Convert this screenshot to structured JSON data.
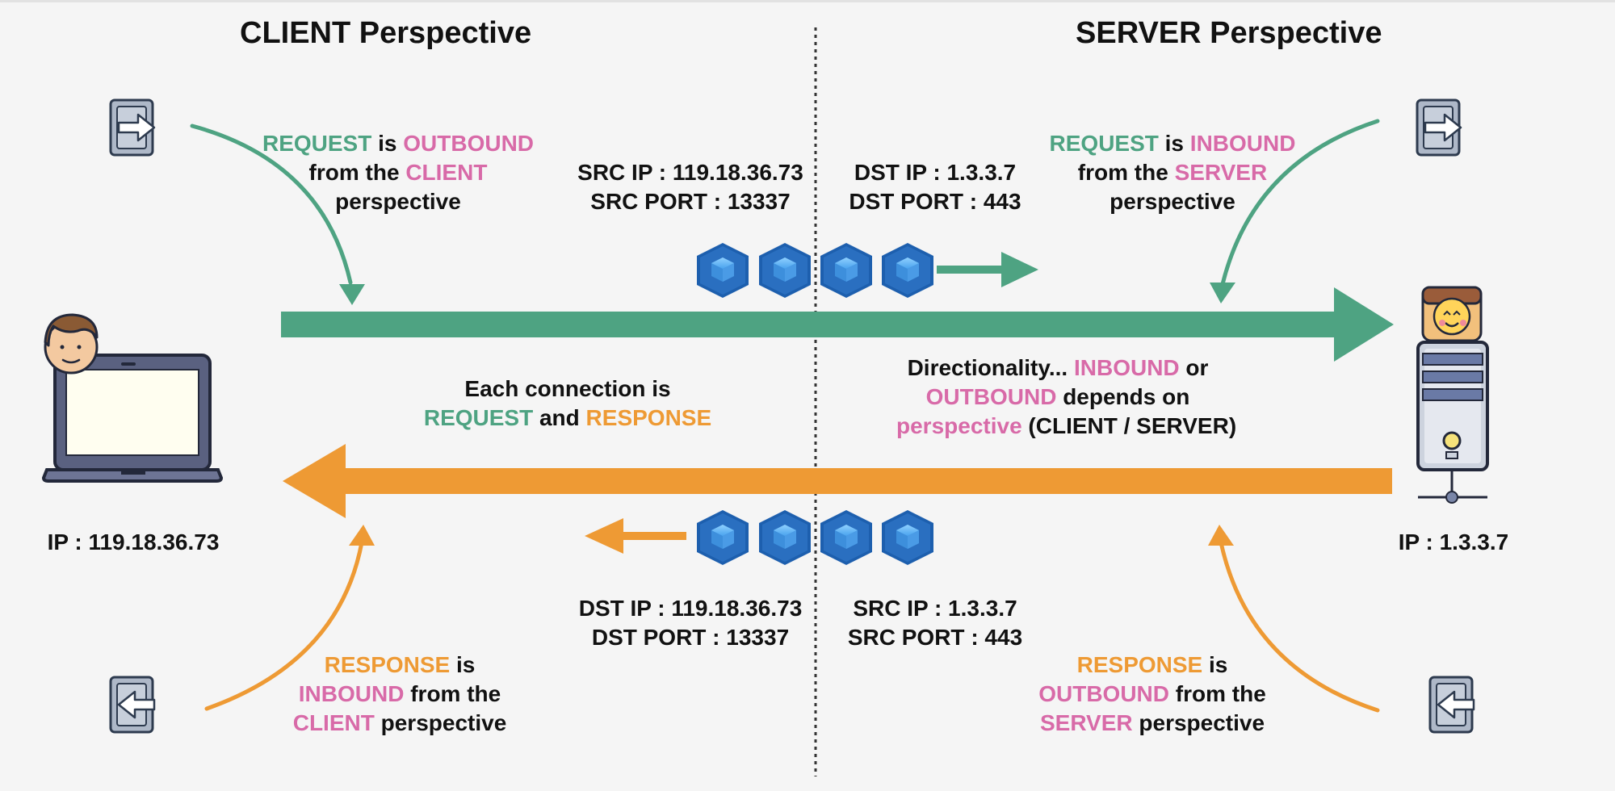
{
  "headings": {
    "client": "CLIENT Perspective",
    "server": "SERVER Perspective"
  },
  "notes": {
    "req_client": {
      "w1": "REQUEST",
      "w2": " is ",
      "w3": "OUTBOUND",
      "w4": "from the ",
      "w5": "CLIENT",
      "w6": "perspective"
    },
    "req_server": {
      "w1": "REQUEST",
      "w2": " is ",
      "w3": "INBOUND",
      "w4": "from the ",
      "w5": "SERVER",
      "w6": "perspective"
    },
    "resp_client": {
      "w1": "RESPONSE",
      "w2": " is",
      "w3": "INBOUND",
      "w4": " from the",
      "w5": "CLIENT",
      "w6": " perspective"
    },
    "resp_server": {
      "w1": "RESPONSE",
      "w2": " is",
      "w3": "OUTBOUND",
      "w4": " from the",
      "w5": "SERVER",
      "w6": " perspective"
    }
  },
  "request_packet": {
    "src_ip": "SRC IP : 119.18.36.73",
    "src_port": "SRC PORT : 13337",
    "dst_ip": "DST IP : 1.3.3.7",
    "dst_port": "DST PORT : 443"
  },
  "response_packet": {
    "dst_ip": "DST IP : 119.18.36.73",
    "dst_port": "DST PORT : 13337",
    "src_ip": "SRC IP : 1.3.3.7",
    "src_port": "SRC PORT : 443"
  },
  "center": {
    "line1": "Each connection is",
    "req": "REQUEST",
    "and": " and ",
    "resp": "RESPONSE"
  },
  "direction": {
    "a": "Directionality... ",
    "b": "INBOUND",
    "c": " or",
    "d": "OUTBOUND",
    "e": " depends on",
    "f": "perspective",
    "g": " (CLIENT / SERVER)"
  },
  "client_ip": "IP : 119.18.36.73",
  "server_ip": "IP : 1.3.3.7",
  "colors": {
    "request": "#4ea382",
    "response": "#ee9a34",
    "highlight": "#d86aa8",
    "packet": "#2a6fc0"
  },
  "icons": {
    "request_in_out": "exit-door-icon",
    "response_in": "enter-door-icon",
    "client": "laptop-user-icon",
    "server": "server-tower-icon",
    "packet": "cube-icon"
  }
}
